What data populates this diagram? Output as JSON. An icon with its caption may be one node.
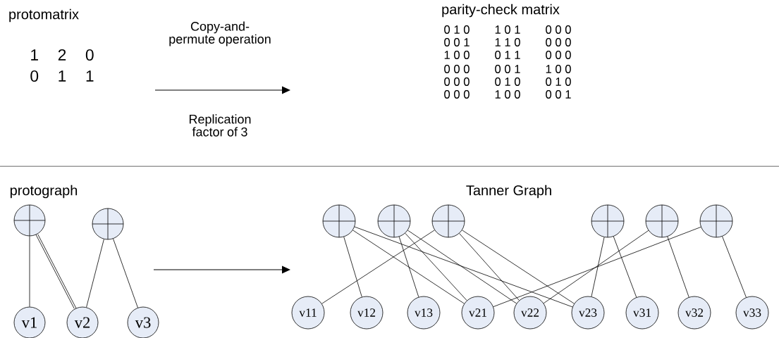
{
  "diagram": {
    "nodes": [
      {
        "text": [],
        "shape": "circle"
      },
      {
        "text": [],
        "shape": "circle"
      },
      {
        "text": [
          "v1"
        ]
      },
      {
        "text": [
          "v2"
        ]
      },
      {
        "text": [
          "v3"
        ]
      },
      {
        "text": [],
        "shape": "circle"
      },
      {
        "text": [],
        "shape": "circle"
      },
      {
        "text": [],
        "shape": "circle"
      },
      {
        "text": [],
        "shape": "circle"
      },
      {
        "text": [],
        "shape": "circle"
      },
      {
        "text": [],
        "shape": "circle"
      },
      {
        "text": [
          "v11"
        ]
      },
      {
        "text": [
          "v12"
        ]
      },
      {
        "text": [
          "v13"
        ]
      },
      {
        "text": [
          "v21"
        ]
      },
      {
        "text": [
          "v22"
        ]
      },
      {
        "text": [
          "v23"
        ]
      },
      {
        "text": [
          "v31"
        ]
      },
      {
        "text": [
          "v32"
        ]
      },
      {
        "text": [
          "v33"
        ]
      }
    ],
    "edges": [
      {
        "from": 0,
        "to": 2,
        "arrow": "none"
      },
      {
        "from": 0,
        "to": 3,
        "arrow": "none"
      },
      {
        "from": 0,
        "to": 3,
        "arrow": "none"
      },
      {
        "from": 1,
        "to": 3,
        "arrow": "none"
      },
      {
        "from": 1,
        "to": 4,
        "arrow": "none"
      },
      {
        "from": 5,
        "to": 12,
        "arrow": "none"
      },
      {
        "from": 5,
        "to": 14,
        "arrow": "none"
      },
      {
        "from": 5,
        "to": 16,
        "arrow": "none"
      },
      {
        "from": 6,
        "to": 13,
        "arrow": "none"
      },
      {
        "from": 6,
        "to": 14,
        "arrow": "none"
      },
      {
        "from": 6,
        "to": 15,
        "arrow": "none"
      },
      {
        "from": 7,
        "to": 11,
        "arrow": "none"
      },
      {
        "from": 7,
        "to": 15,
        "arrow": "none"
      },
      {
        "from": 7,
        "to": 16,
        "arrow": "none"
      },
      {
        "from": 8,
        "to": 16,
        "arrow": "none"
      },
      {
        "from": 8,
        "to": 17,
        "arrow": "none"
      },
      {
        "from": 9,
        "to": 15,
        "arrow": "none"
      },
      {
        "from": 9,
        "to": 18,
        "arrow": "none"
      },
      {
        "from": 10,
        "to": 14,
        "arrow": "none"
      },
      {
        "from": 10,
        "to": 19,
        "arrow": "none"
      }
    ],
    "labels": [
      "protomatrix",
      "1 2 0",
      "0 1 1",
      "Copy-and-permute operation",
      "Replication factor of 3",
      "parity-check matrix",
      "0 1 0",
      "1 0 1",
      "0 0 0",
      "0 0 1",
      "1 1 0",
      "0 0 0",
      "1 0 0",
      "0 1 1",
      "0 0 0",
      "0 0 0",
      "0 0 1",
      "1 0 0",
      "0 0 0",
      "0 1 0",
      "0 1 0",
      "0 0 0",
      "1 0 0",
      "0 0 1",
      "protograph",
      "Tanner Graph"
    ]
  }
}
